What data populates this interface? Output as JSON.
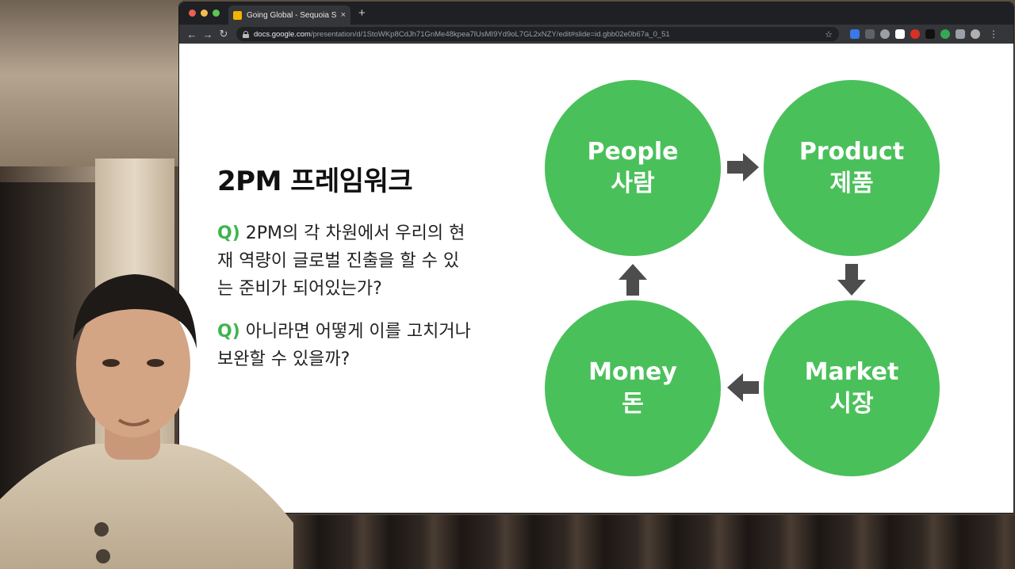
{
  "browser": {
    "tab_title": "Going Global - Sequoia Surge",
    "tab_close": "×",
    "new_tab": "+",
    "url_host": "docs.google.com",
    "url_path": "/presentation/d/1StoWKp8CdJh71GnMe48kpea7lUsMI9Yd9oL7GL2xNZY/edit#slide=id.gbb02e0b67a_0_51",
    "nav_back": "←",
    "nav_forward": "→",
    "nav_reload": "↻",
    "star": "☆",
    "menu": "⋮"
  },
  "slide": {
    "title": "2PM 프레임워크",
    "q1_mark": "Q)",
    "q1_text": " 2PM의 각 차원에서 우리의 현재 역량이 글로벌 진출을 할 수 있는 준비가 되어있는가?",
    "q2_mark": "Q)",
    "q2_text": " 아니라면 어떻게 이를 고치거나 보완할 수 있을까?",
    "circles": {
      "people_en": "People",
      "people_ko": "사람",
      "product_en": "Product",
      "product_ko": "제품",
      "money_en": "Money",
      "money_ko": "돈",
      "market_en": "Market",
      "market_ko": "시장"
    },
    "colors": {
      "accent": "#4ac05a",
      "arrow": "#4d4d4d"
    }
  }
}
